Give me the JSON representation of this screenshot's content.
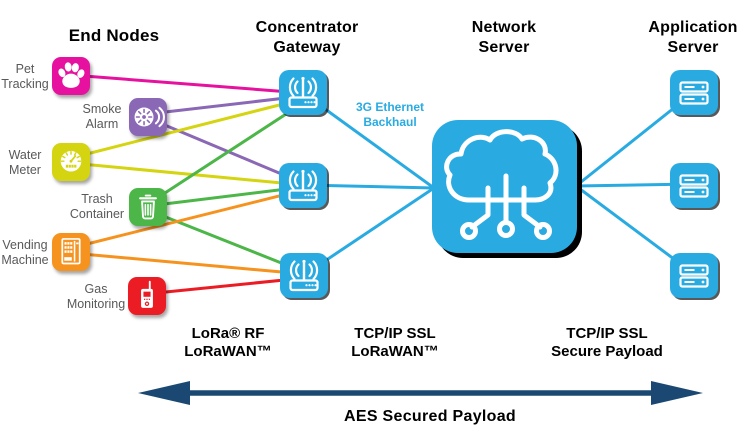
{
  "colors": {
    "cyan": "#29ABE2",
    "magenta": "#E6119E",
    "purple": "#8A68B6",
    "yellow": "#D4D411",
    "green": "#4CB648",
    "orange": "#F6921E",
    "red": "#EC1C24",
    "navy": "#1B4872",
    "label_gray": "#58595B"
  },
  "headers": {
    "end_nodes": "End Nodes",
    "concentrator_gateway": "Concentrator\nGateway",
    "network_server": "Network\nServer",
    "application_server": "Application\nServer"
  },
  "end_nodes": [
    {
      "label": "Pet\nTracking",
      "icon": "paw-icon",
      "color": "#E6119E"
    },
    {
      "label": "Smoke\nAlarm",
      "icon": "smoke-alarm-icon",
      "color": "#8A68B6"
    },
    {
      "label": "Water\nMeter",
      "icon": "water-meter-icon",
      "color": "#D4D411"
    },
    {
      "label": "Trash\nContainer",
      "icon": "trash-icon",
      "color": "#4CB648"
    },
    {
      "label": "Vending\nMachine",
      "icon": "vending-machine-icon",
      "color": "#F6921E"
    },
    {
      "label": "Gas\nMonitoring",
      "icon": "gas-monitor-icon",
      "color": "#EC1C24"
    }
  ],
  "gateways": [
    "gateway-1",
    "gateway-2",
    "gateway-3"
  ],
  "application_servers": [
    "application-server-1",
    "application-server-2",
    "application-server-3"
  ],
  "backhaul_label": "3G Ethernet\nBackhaul",
  "protocol_labels": {
    "lora": "LoRa® RF\nLoRaWAN™",
    "tcp_lorawan": "TCP/IP SSL\nLoRaWAN™",
    "tcp_secure": "TCP/IP SSL\nSecure Payload"
  },
  "aes_label": "AES Secured Payload",
  "connections": [
    {
      "from": "pet-tracking",
      "to": "gateway-1",
      "color": "magenta"
    },
    {
      "from": "smoke-alarm",
      "to": "gateway-1",
      "color": "purple"
    },
    {
      "from": "smoke-alarm",
      "to": "gateway-2",
      "color": "purple"
    },
    {
      "from": "water-meter",
      "to": "gateway-1",
      "color": "yellow"
    },
    {
      "from": "water-meter",
      "to": "gateway-2",
      "color": "yellow"
    },
    {
      "from": "trash-container",
      "to": "gateway-1",
      "color": "green"
    },
    {
      "from": "trash-container",
      "to": "gateway-2",
      "color": "green"
    },
    {
      "from": "trash-container",
      "to": "gateway-3",
      "color": "green"
    },
    {
      "from": "vending-machine",
      "to": "gateway-2",
      "color": "orange"
    },
    {
      "from": "vending-machine",
      "to": "gateway-3",
      "color": "orange"
    },
    {
      "from": "gas-monitoring",
      "to": "gateway-3",
      "color": "red"
    },
    {
      "from": "gateway-1",
      "to": "network-server",
      "color": "cyan"
    },
    {
      "from": "gateway-2",
      "to": "network-server",
      "color": "cyan"
    },
    {
      "from": "gateway-3",
      "to": "network-server",
      "color": "cyan"
    },
    {
      "from": "network-server",
      "to": "application-server-1",
      "color": "cyan"
    },
    {
      "from": "network-server",
      "to": "application-server-2",
      "color": "cyan"
    },
    {
      "from": "network-server",
      "to": "application-server-3",
      "color": "cyan"
    }
  ]
}
